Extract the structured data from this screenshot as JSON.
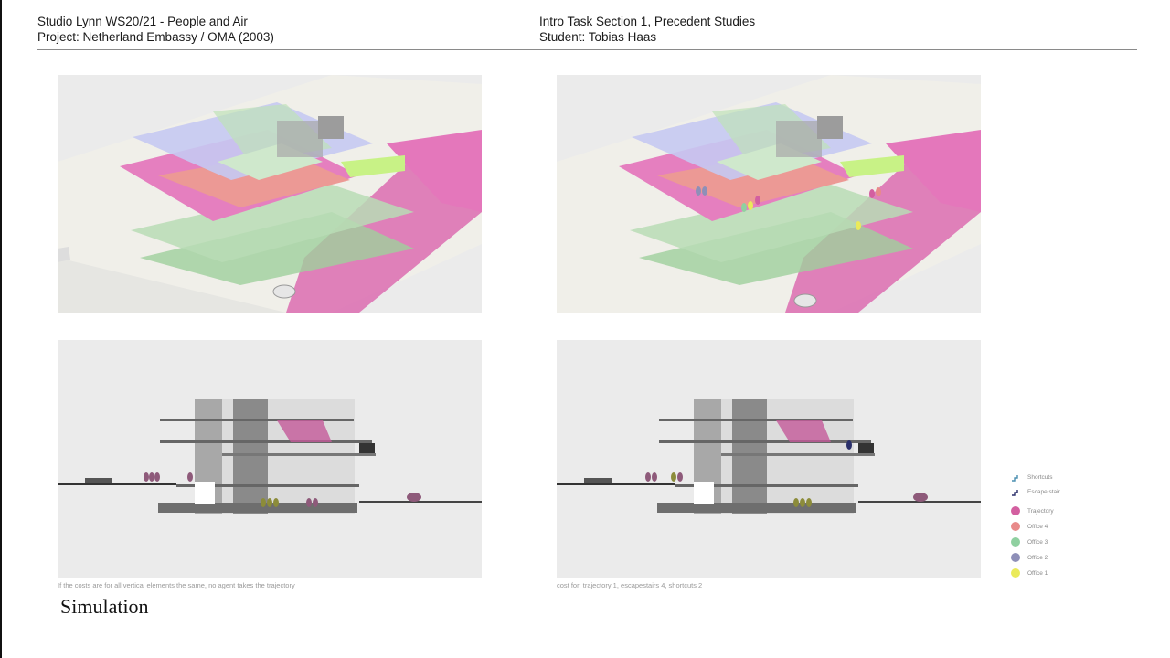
{
  "header": {
    "left_line1": "Studio Lynn WS20/21 - People and Air",
    "left_line2": "Project: Netherland Embassy / OMA (2003)",
    "right_line1": "Intro Task Section 1, Precedent Studies",
    "right_line2": "Student: Tobias Haas"
  },
  "captions": {
    "left": "If the costs are for all vertical elements the same, no agent takes the trajectory",
    "right": "cost for: trajectory 1, escapestairs 4, shortcuts 2"
  },
  "slide_title": "Simulation",
  "legend": [
    {
      "label": "Shortcuts",
      "kind": "stair",
      "color": "#4a8fb0"
    },
    {
      "label": "Escape stair",
      "kind": "stair",
      "color": "#2a2f6a"
    },
    {
      "label": "Trajectory",
      "kind": "dot",
      "color": "#d35fa0"
    },
    {
      "label": "Office 4",
      "kind": "dot",
      "color": "#e88a8a"
    },
    {
      "label": "Office 3",
      "kind": "dot",
      "color": "#8fd0a0"
    },
    {
      "label": "Office 2",
      "kind": "dot",
      "color": "#8e8fb8"
    },
    {
      "label": "Office 1",
      "kind": "dot",
      "color": "#eaea5a"
    }
  ],
  "colors": {
    "purple_floor": "#b9bff0",
    "pink_floor": "#e96fb0",
    "salmon_floor": "#ee9e9a",
    "green_floor": "#a9d8a8",
    "lime_floor": "#c6f07a",
    "concrete": "#7a7a7a"
  }
}
